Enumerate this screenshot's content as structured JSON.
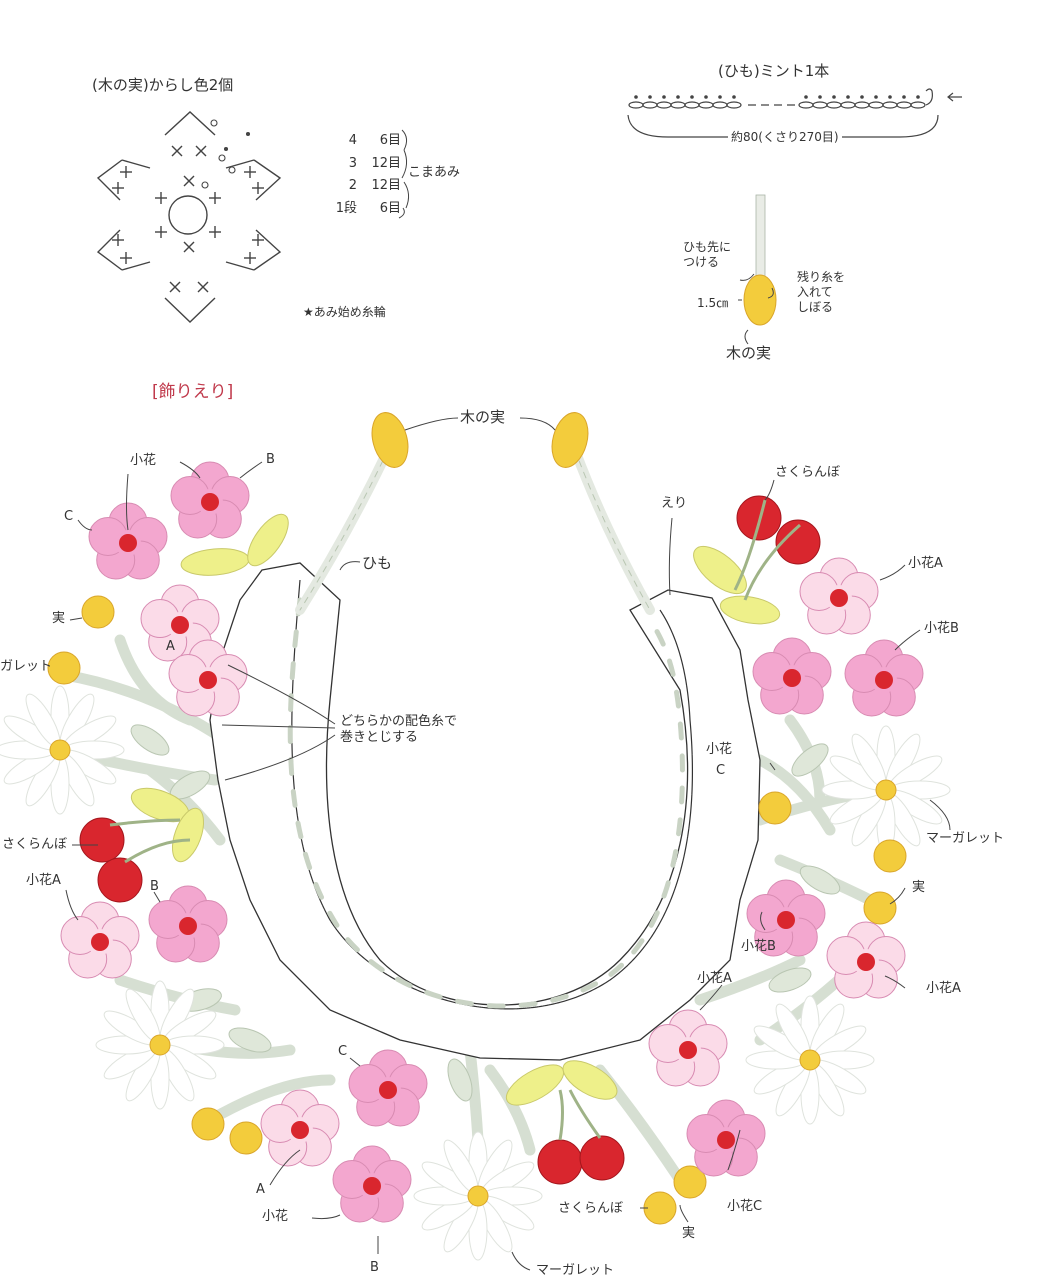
{
  "motif": {
    "title": "(木の実)からし色2個",
    "rows": [
      {
        "row": "4",
        "stitches": "6目"
      },
      {
        "row": "3",
        "stitches": "12目"
      },
      {
        "row": "2",
        "stitches": "12目"
      },
      {
        "row": "1段",
        "stitches": "6目"
      }
    ],
    "group_label": "こまあみ",
    "start_note": "★あみ始め糸輪"
  },
  "cord": {
    "title": "(ひも)ミント1本",
    "length": "約80(くさり270目)"
  },
  "nut_detail": {
    "attach": "ひも先に\nつける",
    "size": "1.5㎝",
    "stuff": "残り糸を\n入れて\nしぼる",
    "name": "木の実"
  },
  "collar": {
    "title": "[飾りえり]",
    "labels": {
      "nut": "木の実",
      "cord": "ひも",
      "collar": "えり",
      "whip": "どちらかの配色糸で\n巻きとじする",
      "cherry": "さくらんぼ",
      "small_flower": "小花",
      "small_flower_a": "小花A",
      "small_flower_b": "小花B",
      "small_flower_c": "小花C",
      "berry": "実",
      "marguerite": "マーガレット",
      "marguerite_cut": "ガレット",
      "letter_a": "A",
      "letter_b": "B",
      "letter_c": "C"
    }
  },
  "colors": {
    "pink_flower": "#f3a7cf",
    "light_pink_flower": "#fbdbe8",
    "flower_center": "#d9262e",
    "cherry": "#d9262e",
    "nut_yellow": "#f3cc3c",
    "leaf_yellow": "#eef08a",
    "stem_green": "#cfdcc8",
    "title_red": "#c0394b"
  }
}
